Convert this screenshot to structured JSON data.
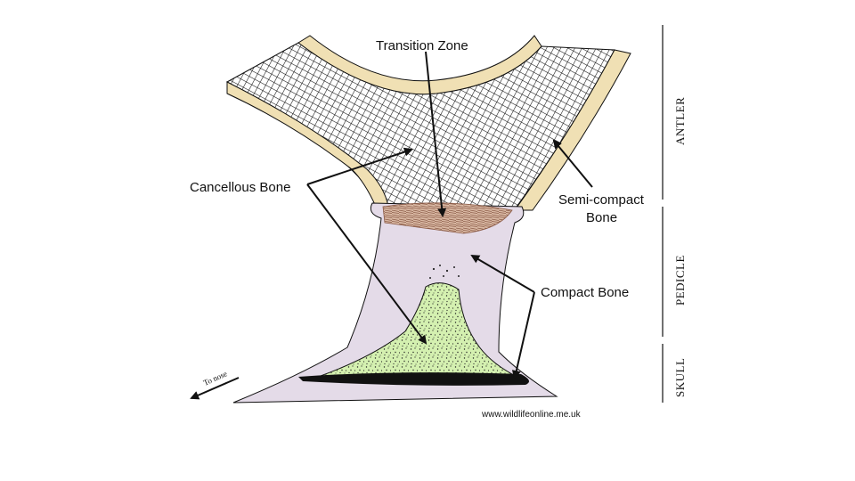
{
  "labels": {
    "transition_zone": "Transition Zone",
    "cancellous_bone": "Cancellous Bone",
    "semi_compact_line1": "Semi-compact",
    "semi_compact_line2": "Bone",
    "compact_bone": "Compact Bone",
    "to_nose": "To nose"
  },
  "sections": {
    "antler": "ANTLER",
    "pedicle": "PEDICLE",
    "skull": "SKULL"
  },
  "credit": "www.wildlifeonline.me.uk",
  "colors": {
    "background": "#ffffff",
    "cortex": "#f0e0b4",
    "pedicle": "#e4dbe8",
    "cancellous": "#d4f0b0",
    "transition": "#d9b8a3",
    "ink": "#111111"
  }
}
